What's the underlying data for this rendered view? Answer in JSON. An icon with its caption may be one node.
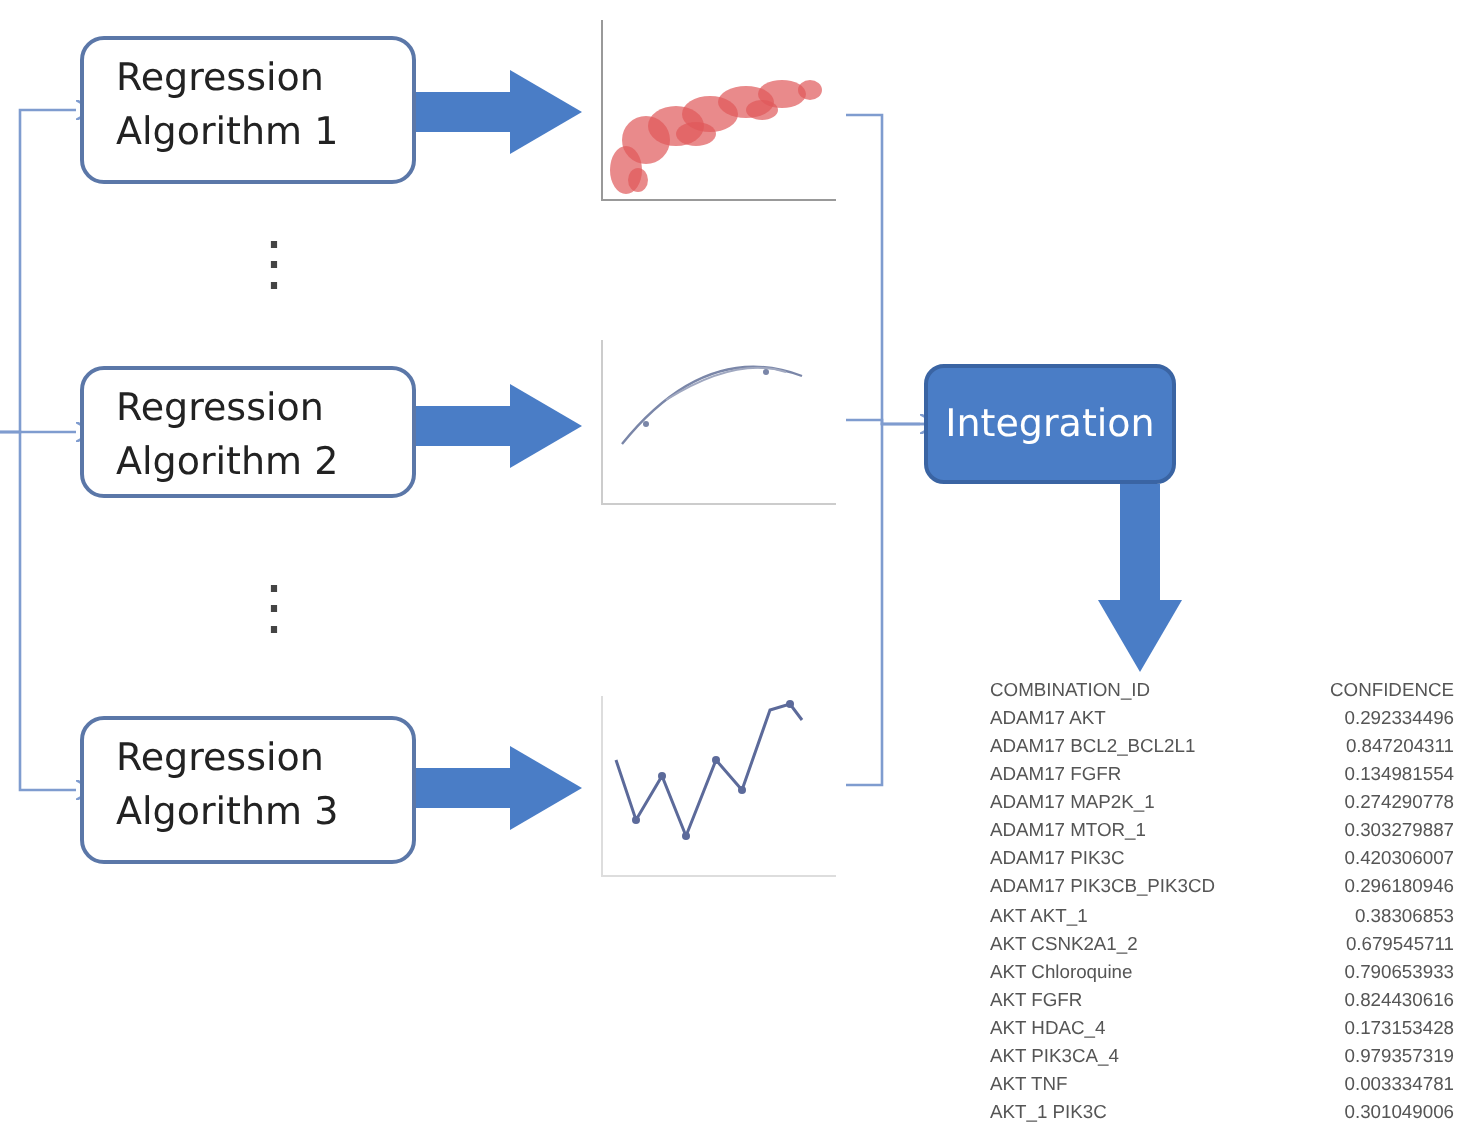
{
  "diagram": {
    "nodes": [
      {
        "text": [
          "Regression Algorithm 1"
        ]
      },
      {
        "text": [
          "Regression Algorithm 2"
        ]
      },
      {
        "text": [
          "Regression Algorithm 3"
        ]
      },
      {
        "text": [],
        "shape": "picture"
      },
      {
        "text": [],
        "shape": "picture"
      },
      {
        "text": [],
        "shape": "picture"
      },
      {
        "text": [
          "Integration"
        ]
      },
      {
        "text": [
          "COMBINATION_ID",
          "CONFIDENCE",
          "ADAM17 AKT",
          "0.292334496",
          "ADAM17 BCL2_BCL2L1",
          "0.847204311",
          "ADAM17 FGFR",
          "0.134981554",
          "ADAM17 MAP2K_1",
          "0.274290778",
          "ADAM17 MTOR_1",
          "0.303279887",
          "ADAM17 PIK3C",
          "0.420306007",
          "ADAM17 PIK3CB_PIK3CD",
          "0.296180946",
          "AKT AKT_1",
          "0.38306853",
          "AKT CSNK2A1_2",
          "0.679545711",
          "AKT Chloroquine",
          "0.790653933",
          "AKT FGFR",
          "0.824430616",
          "AKT HDAC_4",
          "0.173153428",
          "AKT PIK3CA_4",
          "0.979357319",
          "AKT TNF",
          "0.003334781",
          "AKT_1 PIK3C",
          "0.301049006"
        ]
      }
    ],
    "edges": [
      {
        "from": null,
        "to": 0,
        "arrow": "to"
      },
      {
        "from": null,
        "to": 1,
        "arrow": "to"
      },
      {
        "from": null,
        "to": 2,
        "arrow": "to"
      },
      {
        "from": 0,
        "to": 3,
        "arrow": "to",
        "style": "thick",
        "color": "#4a7dc6"
      },
      {
        "from": 1,
        "to": 4,
        "arrow": "to",
        "style": "thick",
        "color": "#4a7dc6"
      },
      {
        "from": 2,
        "to": 5,
        "arrow": "to",
        "style": "thick",
        "color": "#4a7dc6"
      },
      {
        "from": 3,
        "to": 6,
        "arrow": "none"
      },
      {
        "from": 4,
        "to": 6,
        "arrow": "to"
      },
      {
        "from": 5,
        "to": 6,
        "arrow": "none"
      },
      {
        "from": 6,
        "to": 7,
        "arrow": "to",
        "style": "thick",
        "color": "#4a7dc6"
      }
    ],
    "labels": [
      "⋮",
      "⋮"
    ]
  }
}
